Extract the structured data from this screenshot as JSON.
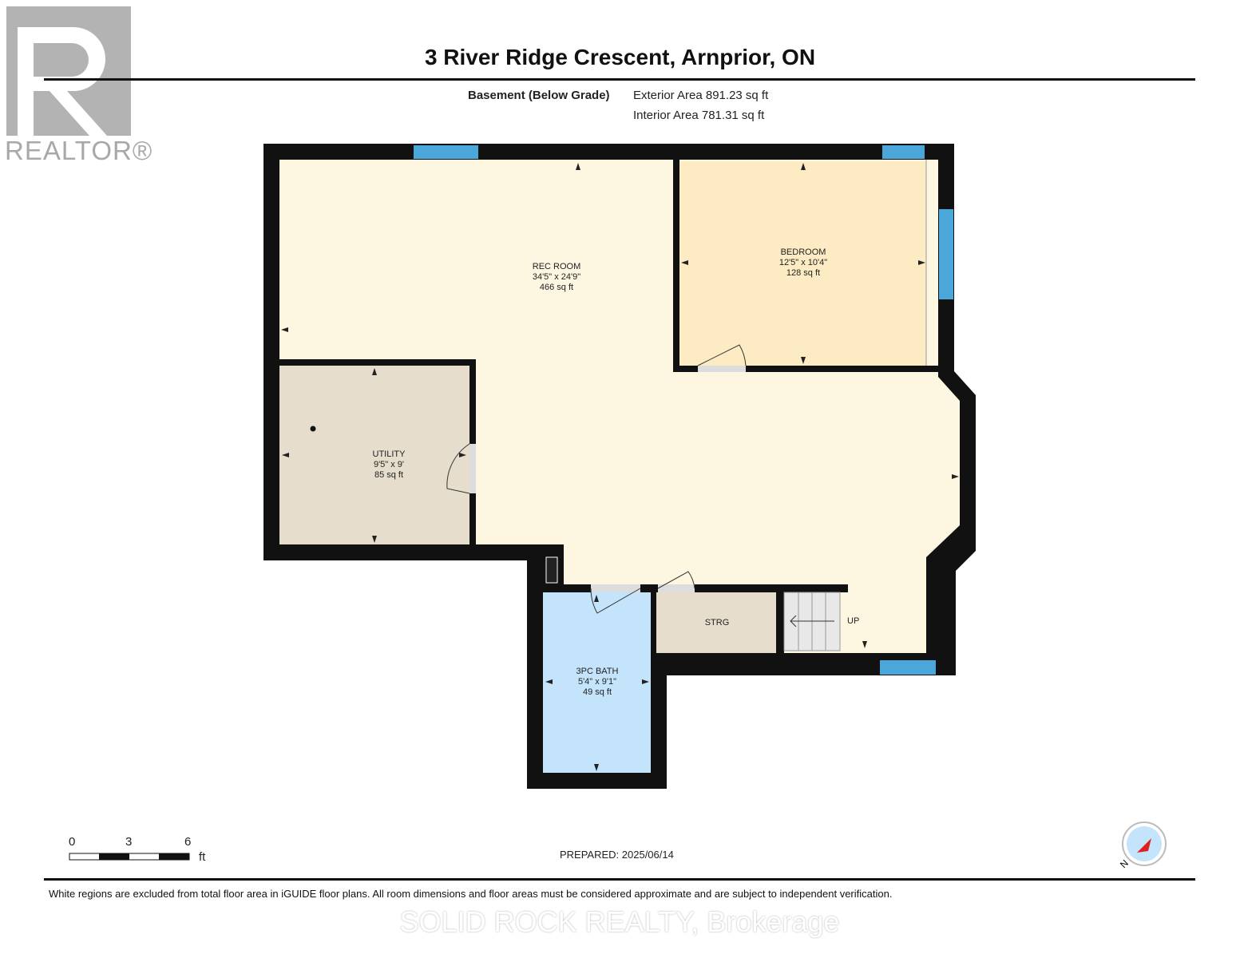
{
  "header": {
    "title": "3 River Ridge Crescent, Arnprior, ON",
    "level": "Basement (Below Grade)",
    "exterior_area": "Exterior Area 891.23 sq ft",
    "interior_area": "Interior Area 781.31 sq ft"
  },
  "logo": {
    "text": "REALTOR®"
  },
  "rooms": [
    {
      "name": "REC ROOM",
      "dims": "34'5\" x 24'9\"",
      "area": "466 sq ft"
    },
    {
      "name": "BEDROOM",
      "dims": "12'5\" x 10'4\"",
      "area": "128 sq ft"
    },
    {
      "name": "UTILITY",
      "dims": "9'5\" x 9'",
      "area": "85 sq ft"
    },
    {
      "name": "3PC BATH",
      "dims": "5'4\" x 9'1\"",
      "area": "49 sq ft"
    },
    {
      "name": "STRG"
    },
    {
      "name": "UP"
    }
  ],
  "scale": {
    "ticks": [
      "0",
      "3",
      "6"
    ],
    "unit": "ft"
  },
  "compass": {
    "label": "N"
  },
  "footer": {
    "prepared": "PREPARED: 2025/06/14",
    "disclaimer": "White regions are excluded from total floor area in iGUIDE floor plans. All room dimensions and floor areas must be considered approximate and are subject to independent verification.",
    "brokerage": "SOLID ROCK REALTY, Brokerage"
  },
  "colors": {
    "wall": "#111111",
    "rec": "#fdf6e1",
    "bedroom": "#fcebc3",
    "utility": "#e6ddcc",
    "bath": "#c3e4fb",
    "window": "#4ba7d9"
  }
}
